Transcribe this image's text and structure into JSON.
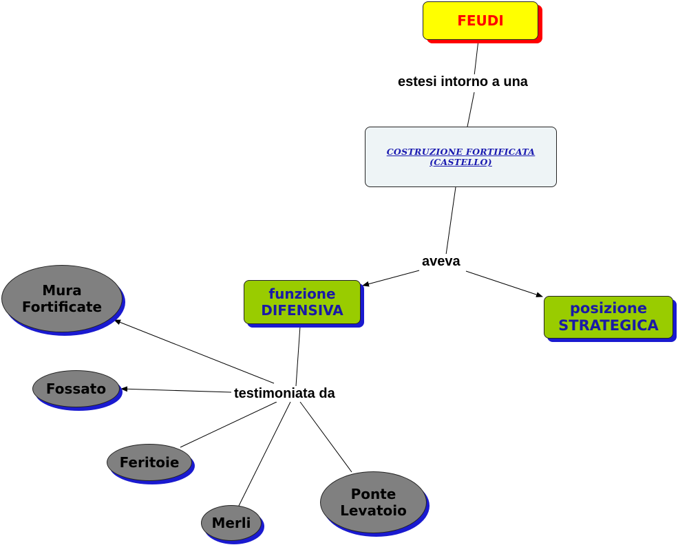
{
  "concept_map": {
    "nodes": {
      "feudi": "FEUDI",
      "castello_line1": "COSTRUZIONE FORTIFICATA",
      "castello_line2": "(CASTELLO)",
      "difensiva_line1": "funzione",
      "difensiva_line2": "DIFENSIVA",
      "strategica_line1": "posizione",
      "strategica_line2": "STRATEGICA",
      "mura_line1": "Mura",
      "mura_line2": "Fortificate",
      "fossato": "Fossato",
      "feritoie": "Feritoie",
      "merli": "Merli",
      "ponte_line1": "Ponte",
      "ponte_line2": "Levatoio"
    },
    "linking_phrases": {
      "estesi": "estesi intorno a una",
      "aveva": "aveva",
      "testimoniata": "testimoniata da"
    },
    "relations": [
      {
        "from": "FEUDI",
        "via": "estesi intorno a una",
        "to": "COSTRUZIONE FORTIFICATA (CASTELLO)"
      },
      {
        "from": "COSTRUZIONE FORTIFICATA (CASTELLO)",
        "via": "aveva",
        "to": "funzione DIFENSIVA"
      },
      {
        "from": "COSTRUZIONE FORTIFICATA (CASTELLO)",
        "via": "aveva",
        "to": "posizione STRATEGICA"
      },
      {
        "from": "funzione DIFENSIVA",
        "via": "testimoniata da",
        "to": "Mura Fortificate"
      },
      {
        "from": "funzione DIFENSIVA",
        "via": "testimoniata da",
        "to": "Fossato"
      },
      {
        "from": "funzione DIFENSIVA",
        "via": "testimoniata da",
        "to": "Feritoie"
      },
      {
        "from": "funzione DIFENSIVA",
        "via": "testimoniata da",
        "to": "Merli"
      },
      {
        "from": "funzione DIFENSIVA",
        "via": "testimoniata da",
        "to": "Ponte Levatoio"
      }
    ],
    "colors": {
      "feudi_fill": "#ffff00",
      "feudi_text": "#ff0000",
      "feudi_shadow": "#ff0000",
      "castello_fill": "#eef4f6",
      "castello_text": "#1a1ab0",
      "green_fill": "#99cc00",
      "green_text": "#1a1aa6",
      "ellipse_fill": "#808080",
      "shadow_blue": "#1a1ad0"
    }
  }
}
